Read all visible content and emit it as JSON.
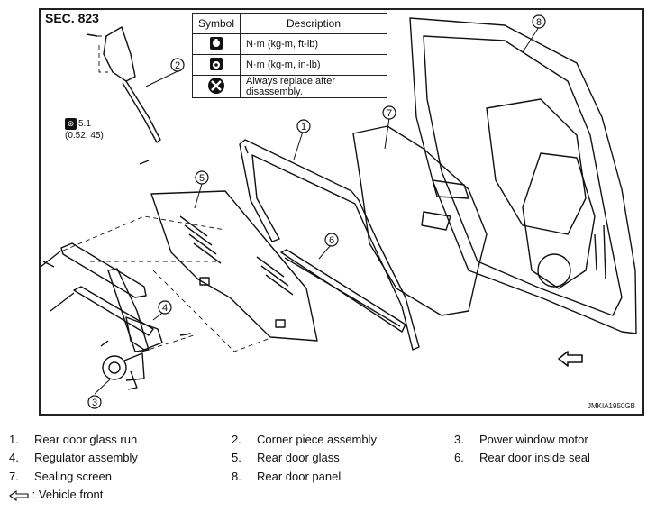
{
  "diagram": {
    "section": "SEC. 823",
    "code": "JMKIA1950GB",
    "legend": {
      "header_symbol": "Symbol",
      "header_description": "Description",
      "rows": [
        {
          "icon": "torque-nm-kgm-ftlb-icon",
          "description": "N·m (kg-m, ft-lb)"
        },
        {
          "icon": "torque-nm-kgm-inlb-icon",
          "description": "N·m (kg-m, in-lb)"
        },
        {
          "icon": "always-replace-icon",
          "description": "Always replace after disassembly."
        }
      ]
    },
    "torque": {
      "value": "5.1",
      "detail": "(0.52, 45)"
    },
    "callouts": [
      "1",
      "2",
      "3",
      "4",
      "5",
      "6",
      "7",
      "8"
    ]
  },
  "parts": [
    {
      "num": "1.",
      "name": "Rear door glass run"
    },
    {
      "num": "2.",
      "name": "Corner piece assembly"
    },
    {
      "num": "3.",
      "name": "Power window motor"
    },
    {
      "num": "4.",
      "name": "Regulator assembly"
    },
    {
      "num": "5.",
      "name": "Rear door glass"
    },
    {
      "num": "6.",
      "name": "Rear door inside seal"
    },
    {
      "num": "7.",
      "name": "Sealing screen"
    },
    {
      "num": "8.",
      "name": "Rear door panel"
    }
  ],
  "vehicle_front": {
    "label": ": Vehicle front",
    "icon": "vehicle-front-arrow-icon"
  }
}
